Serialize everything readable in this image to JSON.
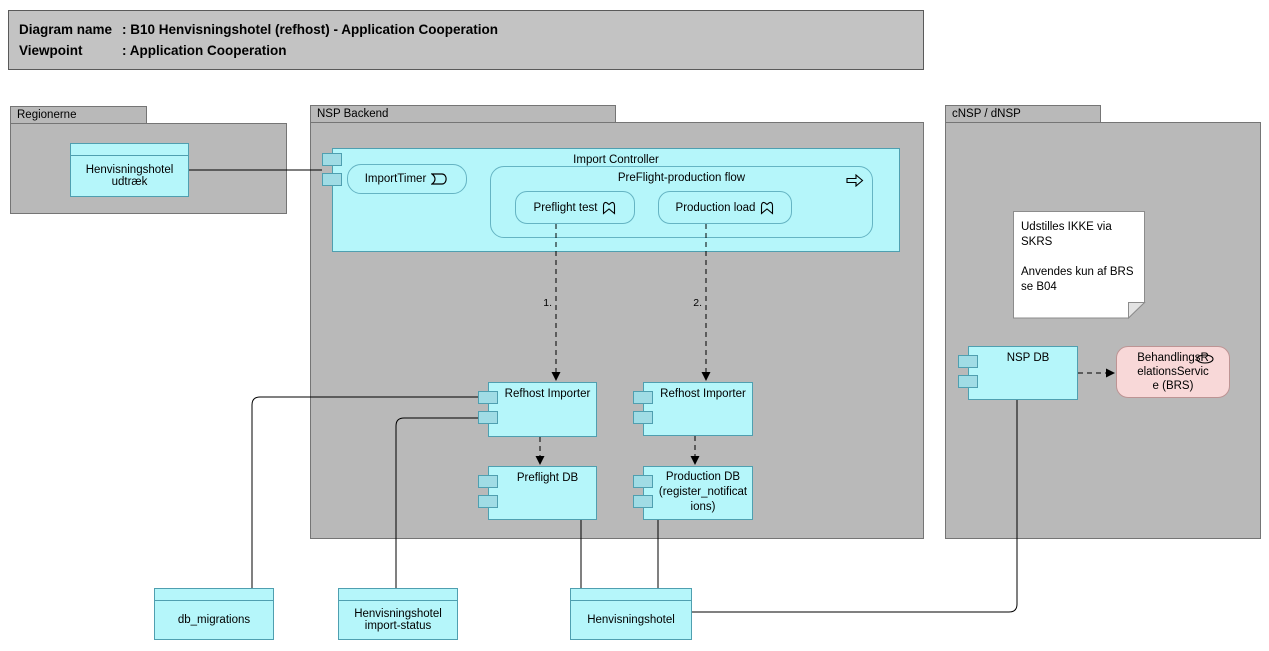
{
  "title_block": {
    "row1_label": "Diagram name",
    "row1_value": ": B10 Henvisningshotel (refhost) - Application Cooperation",
    "row2_label": "Viewpoint",
    "row2_value": ": Application Cooperation"
  },
  "groups": {
    "regionerne": "Regionerne",
    "nsp_backend": "NSP Backend",
    "cnsp": "cNSP / dNSP"
  },
  "elements": {
    "henvisningshotel_udtraek": "Henvisningshotel\nudtræk",
    "import_controller": "Import Controller",
    "import_timer": "ImportTimer",
    "preflight_production_flow": "PreFlight-production flow",
    "preflight_test": "Preflight test",
    "production_load": "Production load",
    "refhost_importer_1": "Refhost Importer",
    "refhost_importer_2": "Refhost Importer",
    "preflight_db": "Preflight DB",
    "production_db": "Production DB\n(register_notificat\nions)",
    "nsp_db": "NSP DB",
    "brs": "BehandlingsR\nelationsServic\ne (BRS)",
    "db_migrations": "db_migrations",
    "henvisningshotel_import_status": "Henvisningshotel\nimport-status",
    "henvisningshotel": "Henvisningshotel"
  },
  "note": {
    "text": "Udstilles IKKE via SKRS\n\nAnvendes kun af BRS\nse B04"
  },
  "connectors": {
    "flow1_label": "1.",
    "flow2_label": "2."
  },
  "colors": {
    "title_fill": "#c3c3c3",
    "title_border": "#5a5a5a",
    "group_fill": "#b9b9b9",
    "group_border": "#757575",
    "cyan_fill": "#b5f6fa",
    "cyan_border": "#4f9fb0",
    "cyan_tab_fill": "#a0dce5",
    "rounded_border": "#65b4c3",
    "pink_fill": "#f8d8d8",
    "pink_border": "#bd9494",
    "note_fill": "#ffffff",
    "note_border": "#8c8c8c",
    "line_color": "#000000"
  }
}
